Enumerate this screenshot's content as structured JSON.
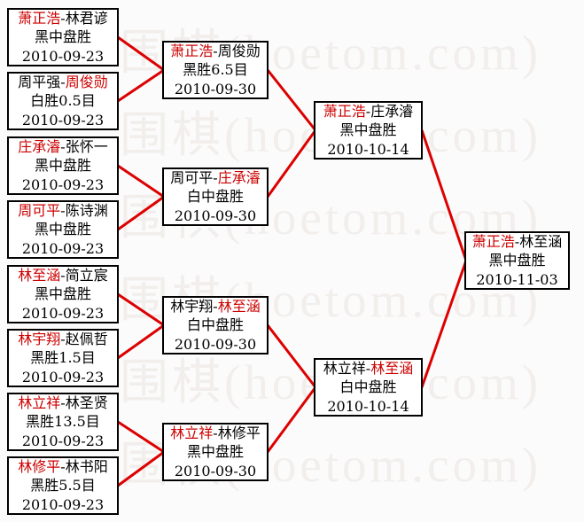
{
  "watermark": {
    "text": "围棋(hoetom.com)",
    "color": "#f1eeec"
  },
  "colors": {
    "background": "#fcfbfb",
    "box_background": "#ffffff",
    "box_border": "#000000",
    "text": "#000000",
    "winner_name": "#cc0000",
    "connector_line": "#dd0000"
  },
  "labels": {
    "vs_separator": "-"
  },
  "bracket": {
    "rounds": [
      {
        "name": "round-1",
        "matches": [
          {
            "player1": "萧正浩",
            "player2": "林君谚",
            "winner": 1,
            "result": "黑中盘胜",
            "date": "2010-09-23"
          },
          {
            "player1": "周平强",
            "player2": "周俊勋",
            "winner": 2,
            "result": "白胜0.5目",
            "date": "2010-09-23"
          },
          {
            "player1": "庄承濬",
            "player2": "张怀一",
            "winner": 1,
            "result": "黑中盘胜",
            "date": "2010-09-23"
          },
          {
            "player1": "周可平",
            "player2": "陈诗渊",
            "winner": 1,
            "result": "黑中盘胜",
            "date": "2010-09-23"
          },
          {
            "player1": "林至涵",
            "player2": "简立宸",
            "winner": 1,
            "result": "黑中盘胜",
            "date": "2010-09-23"
          },
          {
            "player1": "林宇翔",
            "player2": "赵佩哲",
            "winner": 1,
            "result": "黑胜1.5目",
            "date": "2010-09-23"
          },
          {
            "player1": "林立祥",
            "player2": "林圣贤",
            "winner": 1,
            "result": "黑胜13.5目",
            "date": "2010-09-23"
          },
          {
            "player1": "林修平",
            "player2": "林书阳",
            "winner": 1,
            "result": "黑胜5.5目",
            "date": "2010-09-23"
          }
        ]
      },
      {
        "name": "round-2",
        "matches": [
          {
            "player1": "萧正浩",
            "player2": "周俊勋",
            "winner": 1,
            "result": "黑胜6.5目",
            "date": "2010-09-30"
          },
          {
            "player1": "周可平",
            "player2": "庄承濬",
            "winner": 2,
            "result": "白中盘胜",
            "date": "2010-09-30"
          },
          {
            "player1": "林宇翔",
            "player2": "林至涵",
            "winner": 2,
            "result": "白中盘胜",
            "date": "2010-09-30"
          },
          {
            "player1": "林立祥",
            "player2": "林修平",
            "winner": 1,
            "result": "黑中盘胜",
            "date": "2010-09-30"
          }
        ]
      },
      {
        "name": "semifinal",
        "matches": [
          {
            "player1": "萧正浩",
            "player2": "庄承濬",
            "winner": 1,
            "result": "黑中盘胜",
            "date": "2010-10-14"
          },
          {
            "player1": "林立祥",
            "player2": "林至涵",
            "winner": 2,
            "result": "白中盘胜",
            "date": "2010-10-14"
          }
        ]
      },
      {
        "name": "final",
        "matches": [
          {
            "player1": "萧正浩",
            "player2": "林至涵",
            "winner": 1,
            "result": "黑中盘胜",
            "date": "2010-11-03"
          }
        ]
      }
    ]
  }
}
